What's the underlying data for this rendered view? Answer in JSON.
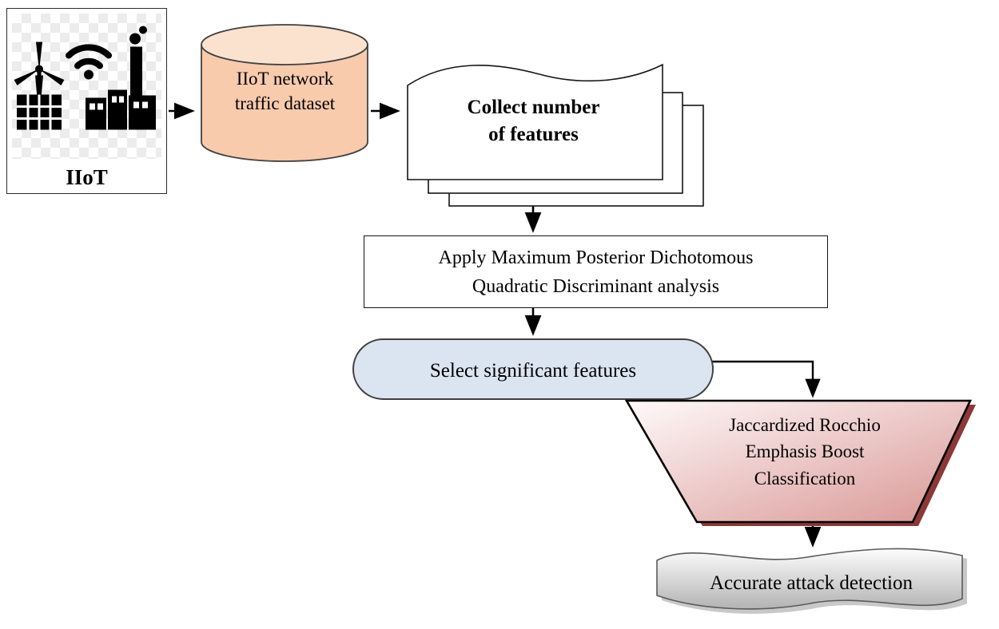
{
  "diagram": {
    "iiot_source": {
      "label": "IIoT"
    },
    "dataset": {
      "line1": "IIoT network",
      "line2": "traffic dataset"
    },
    "collect": {
      "line1": "Collect number",
      "line2": "of features"
    },
    "analysis": {
      "line1": "Apply Maximum Posterior Dichotomous",
      "line2": "Quadratic Discriminant analysis"
    },
    "select": {
      "label": "Select significant features"
    },
    "classification": {
      "line1": "Jaccardized Rocchio",
      "line2": "Emphasis Boost",
      "line3": "Classification"
    },
    "result": {
      "label": "Accurate attack detection"
    },
    "colors": {
      "dataset_fill": "#f8cbad",
      "dataset_top_fill": "#fbe2cf",
      "select_fill": "#dbe5f1",
      "classify_light": "#fefafa",
      "classify_dark": "#d99694",
      "classify_shadow": "#8c3836",
      "result_light": "#fdfdfd",
      "result_dark": "#b3b3b3",
      "outline": "#141414"
    }
  }
}
